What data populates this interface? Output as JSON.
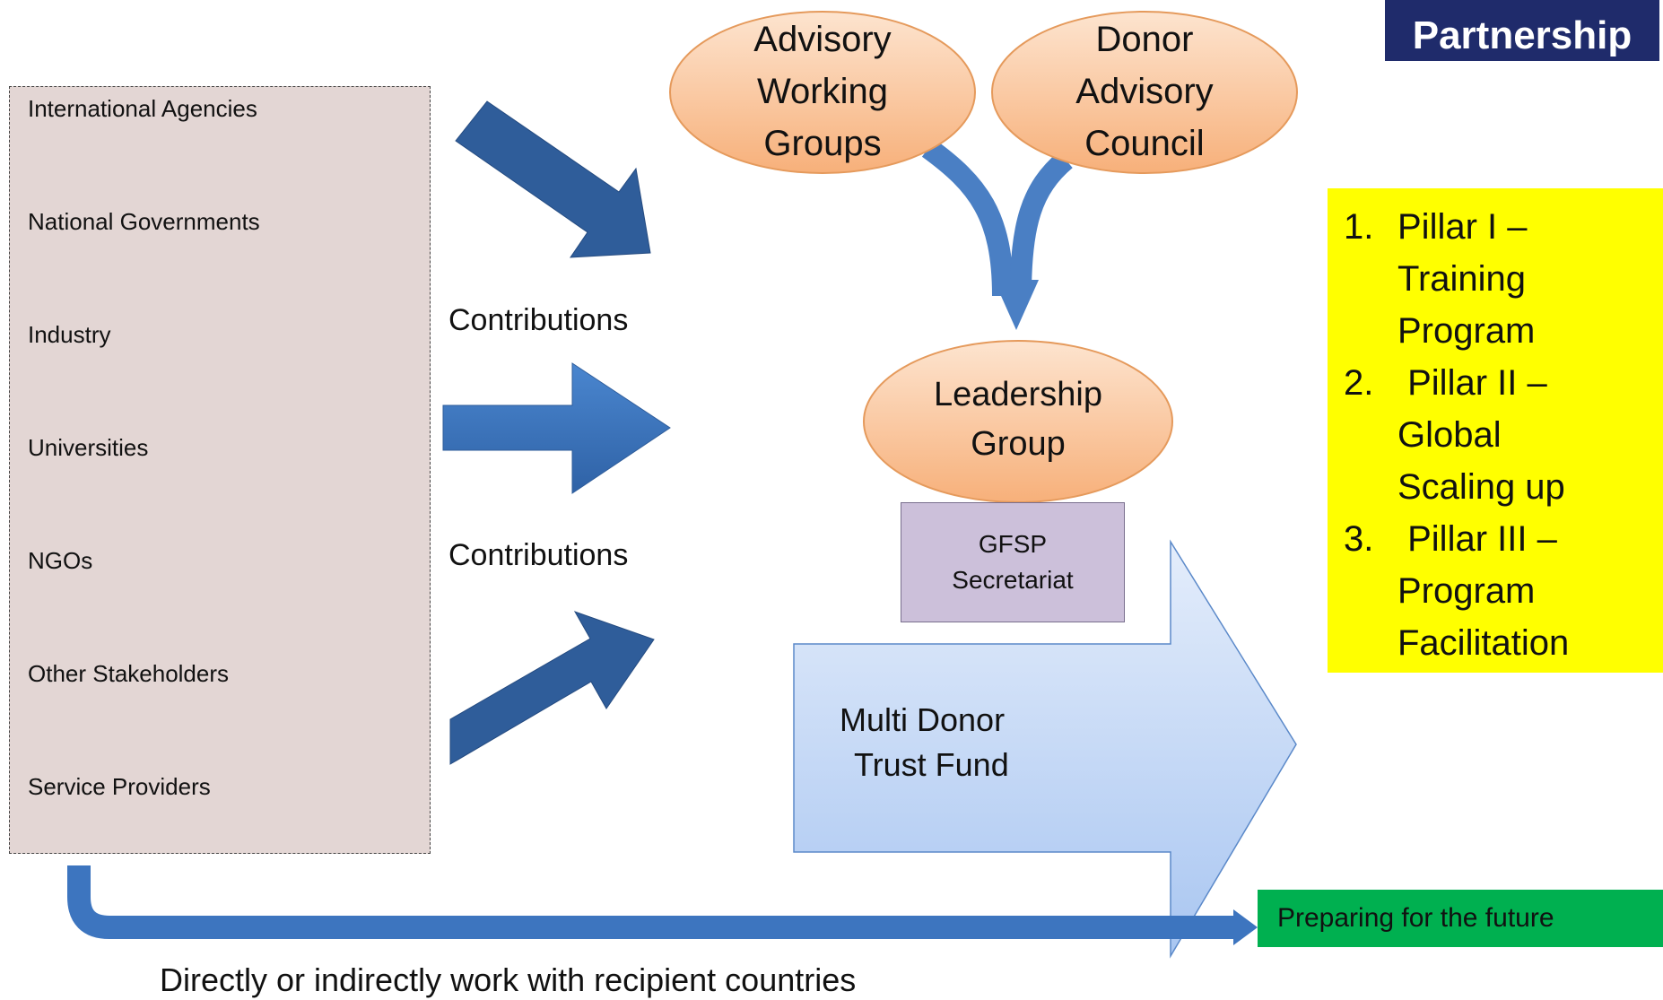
{
  "logo": {
    "text": "Partnership"
  },
  "stakeholders": [
    "International Agencies",
    "National Governments",
    "Industry",
    "Universities",
    "NGOs",
    "Other Stakeholders",
    "Service Providers"
  ],
  "contributions_labels": [
    "Contributions",
    "Contributions"
  ],
  "advisory_working_groups": {
    "line1": "Advisory",
    "line2": "Working",
    "line3": "Groups"
  },
  "donor_advisory_council": {
    "line1": "Donor",
    "line2": "Advisory",
    "line3": "Council"
  },
  "leadership_group": {
    "line1": "Leadership",
    "line2": "Group"
  },
  "secretariat": {
    "line1": "GFSP",
    "line2": "Secretariat"
  },
  "trust_fund": {
    "line1": "Multi Donor",
    "line2": "Trust Fund"
  },
  "pillars": [
    {
      "num": "1.",
      "lines": [
        "Pillar I –",
        "Training",
        "Program"
      ]
    },
    {
      "num": "2.",
      "lines": [
        " Pillar II –",
        "Global",
        "Scaling up"
      ]
    },
    {
      "num": "3.",
      "lines": [
        " Pillar III –",
        " Program",
        " Facilitation"
      ]
    }
  ],
  "future": "Preparing for the future",
  "footer": "Directly or indirectly work with recipient countries",
  "colors": {
    "stakeholder_box": "#e3d6d4",
    "arrow_dark": "#2f5d9a",
    "arrow_mid": "#3d75bf",
    "oval_fill": "#f9c79b",
    "secretariat_fill": "#ccc0da",
    "fund_fill": "#c9dbf7",
    "pillar_bg": "#ffff00",
    "future_bg": "#00b050",
    "logo_bg": "#1f2b6b"
  }
}
